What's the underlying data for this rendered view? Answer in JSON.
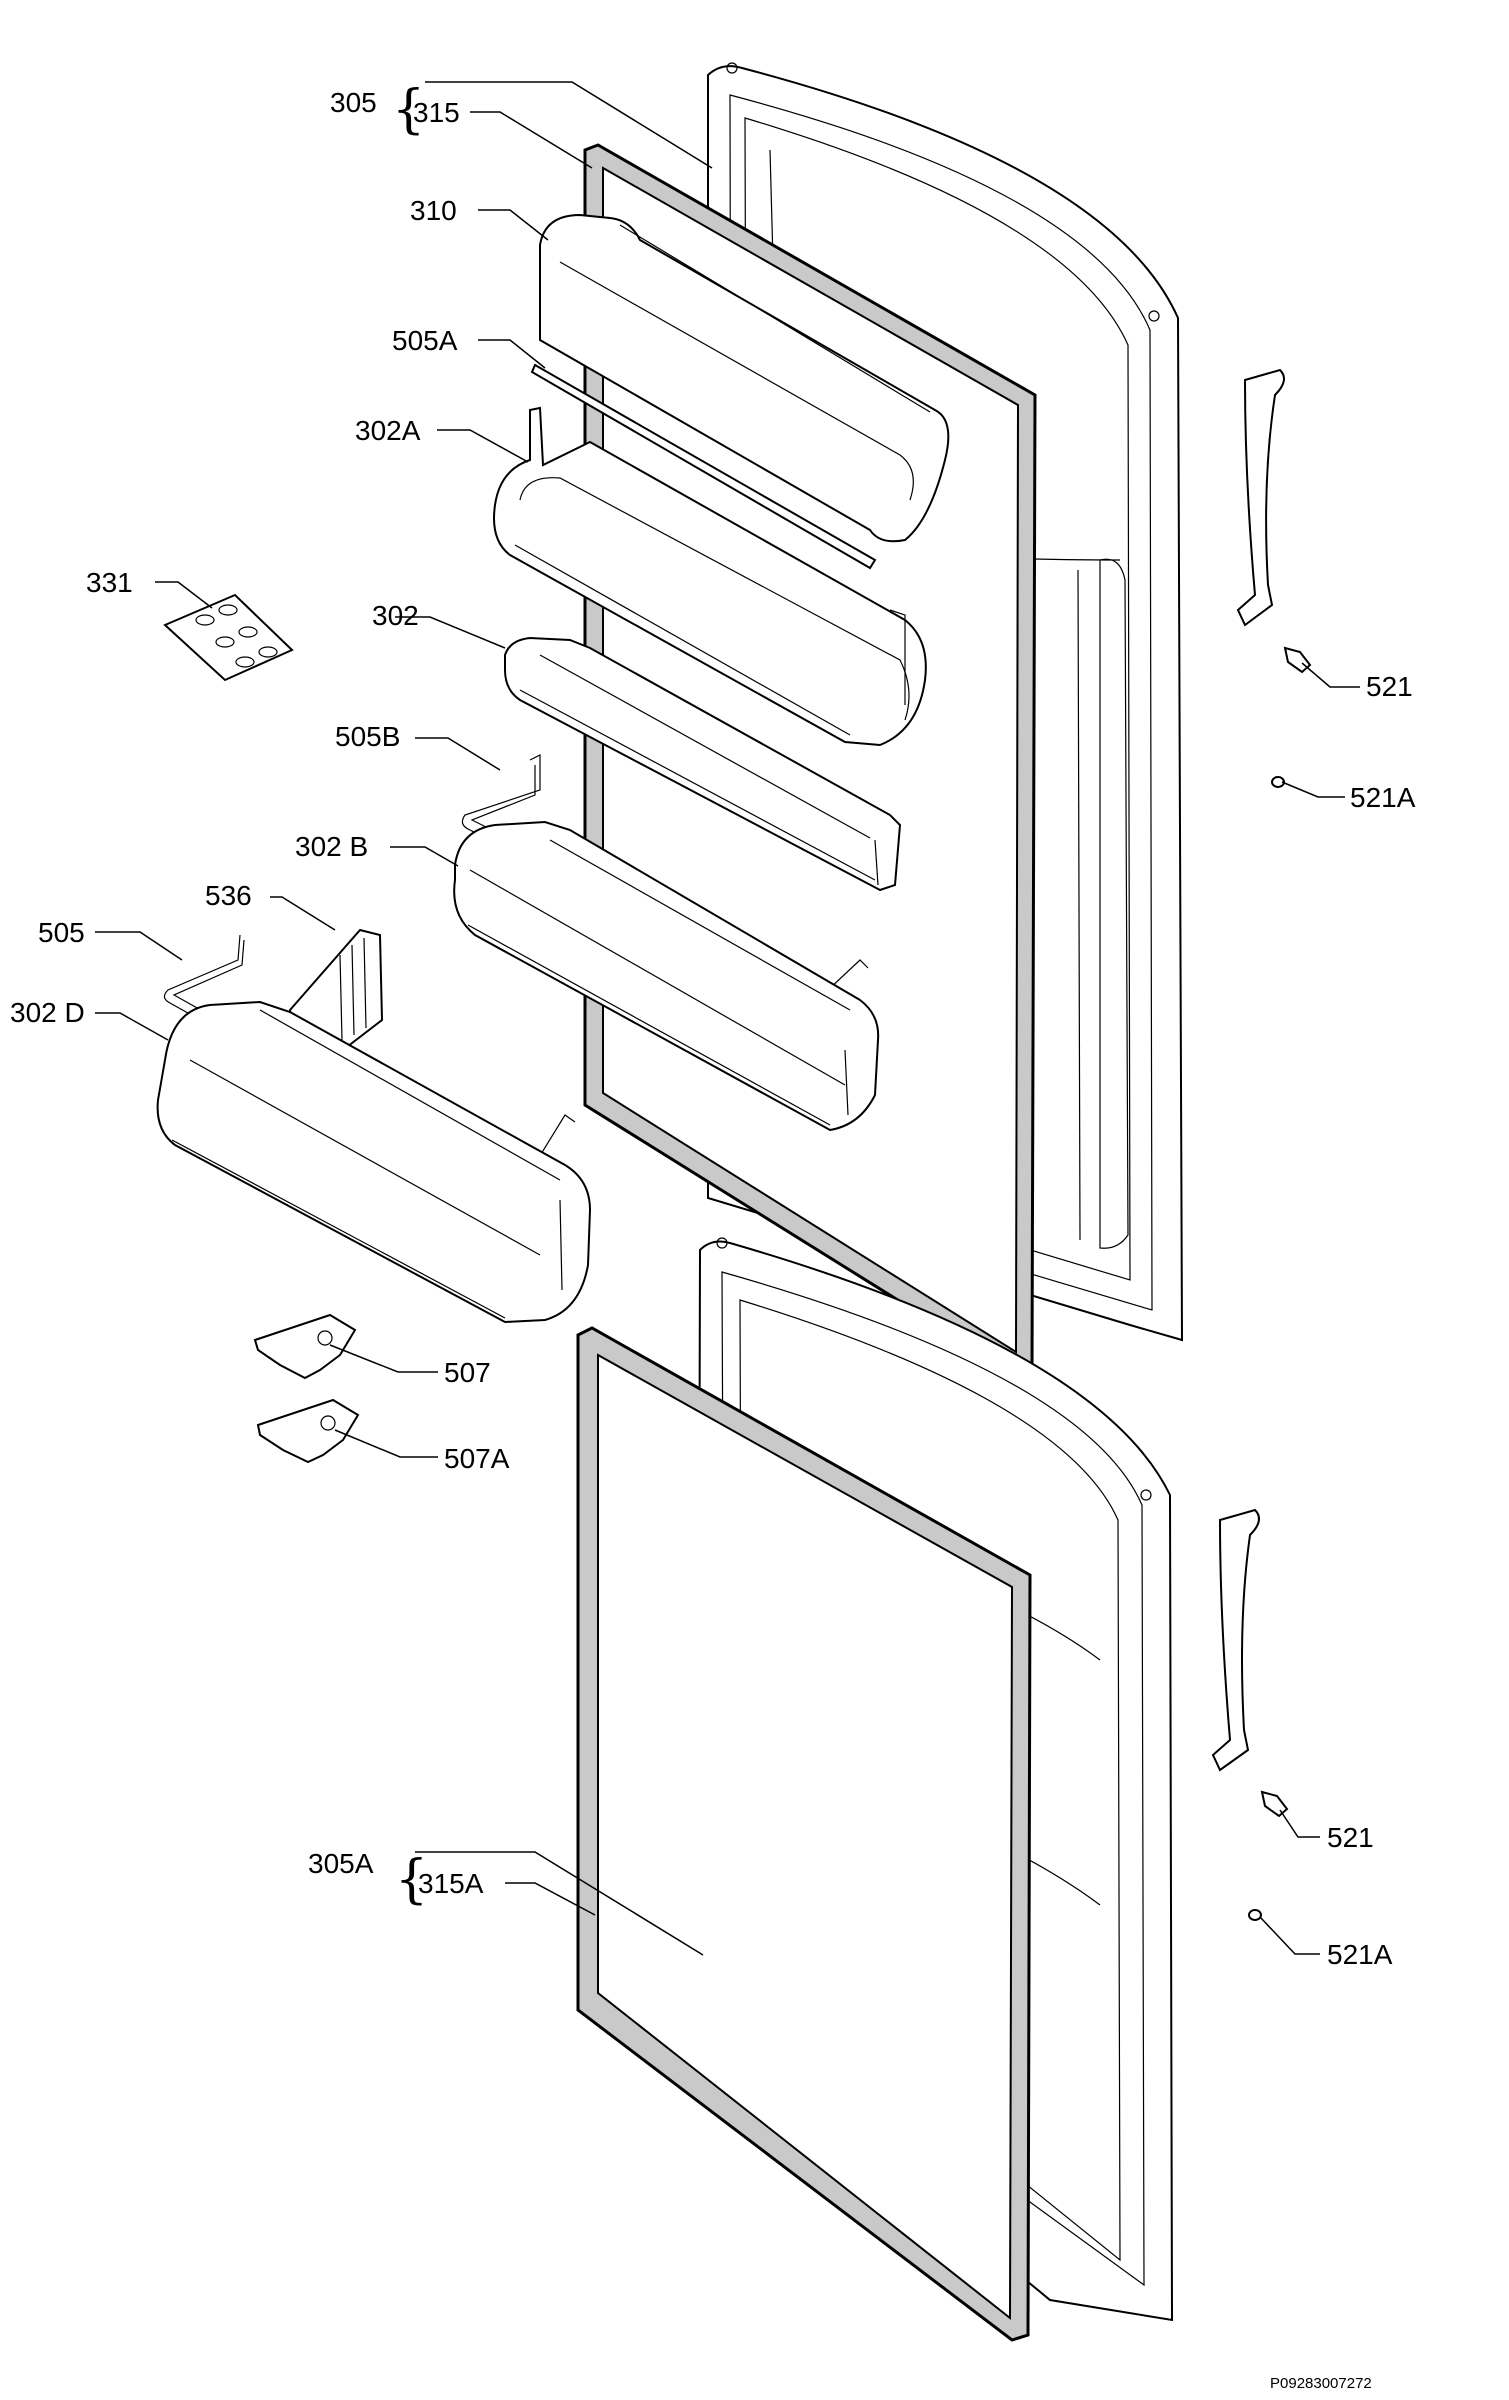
{
  "callouts": {
    "c305": "305",
    "c315": "315",
    "c310": "310",
    "c505a": "505A",
    "c302a": "302A",
    "c331": "331",
    "c302": "302",
    "c505b": "505B",
    "c302b": "302 B",
    "c536": "536",
    "c505": "505",
    "c302d": "302 D",
    "c507": "507",
    "c507a": "507A",
    "c521_top": "521",
    "c521a_top": "521A",
    "c305a": "305A",
    "c315a": "315A",
    "c521_bot": "521",
    "c521a_bot": "521A"
  },
  "drawing_code": "P09283007272"
}
